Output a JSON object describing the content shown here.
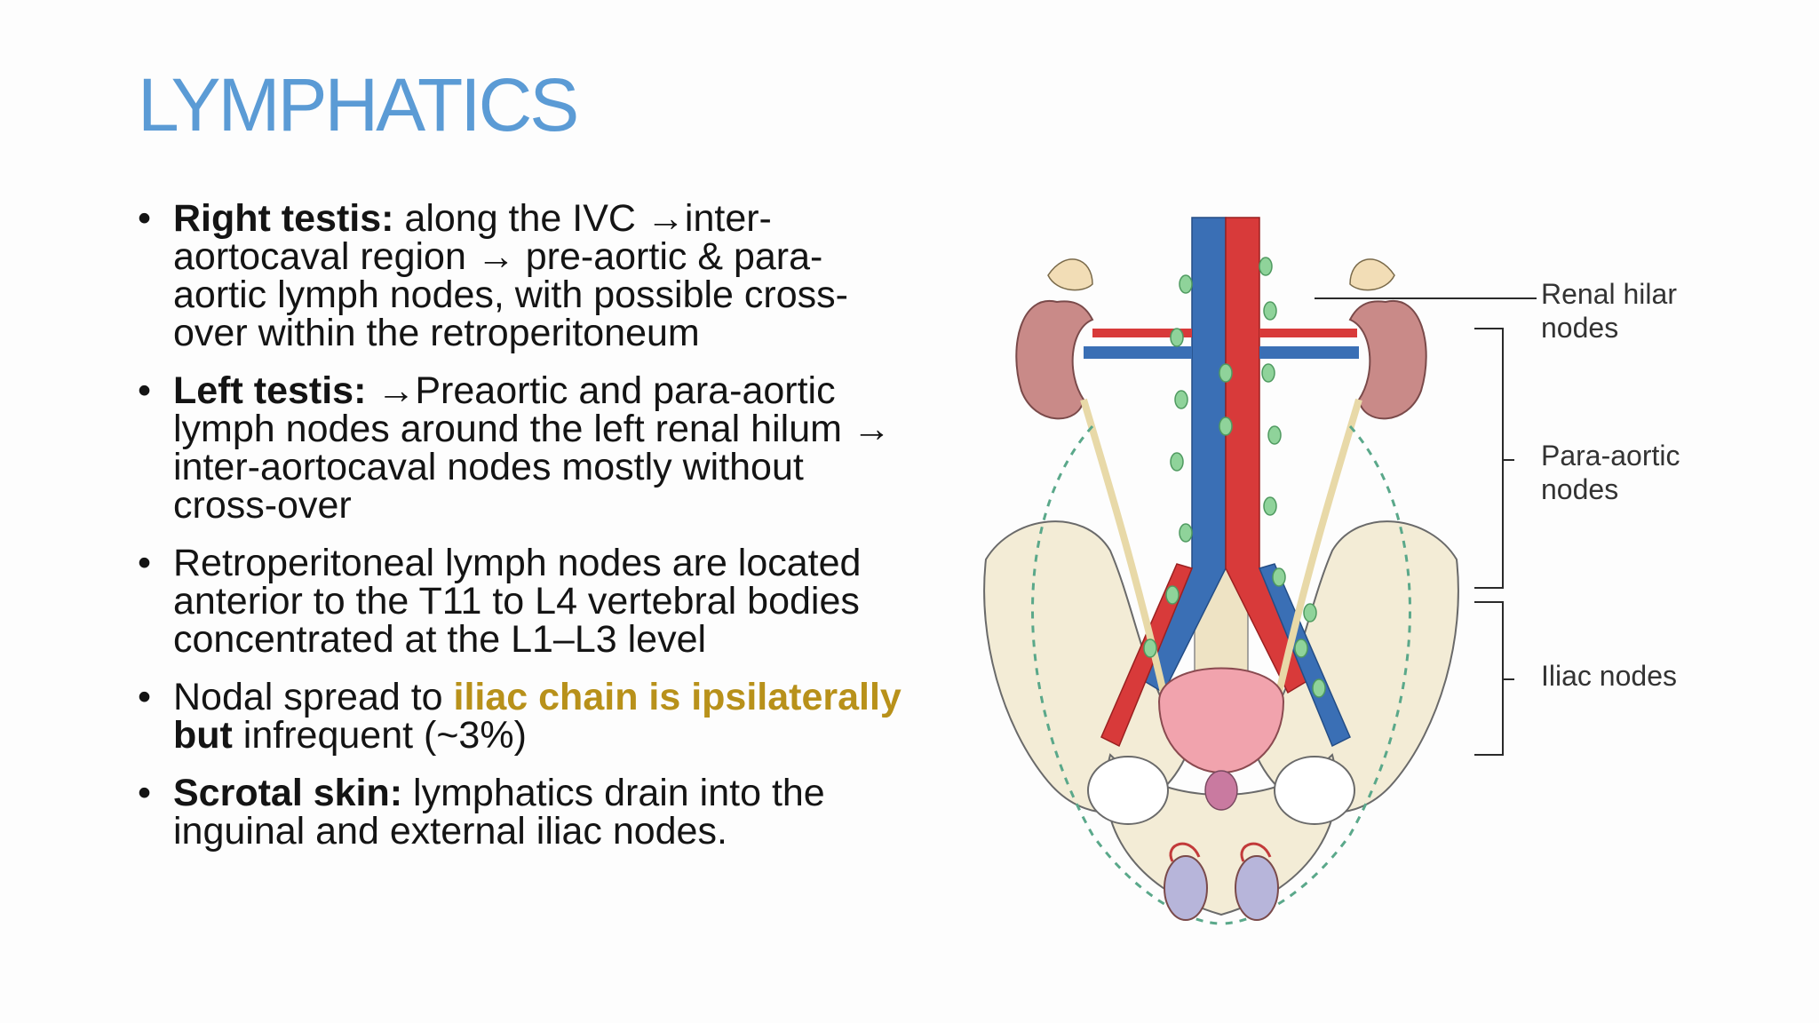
{
  "title": "LYMPHATICS",
  "bullets": [
    {
      "bold": "Right testis:",
      "text": "  along the IVC →inter-aortocaval region → pre-aortic & para-aortic lymph nodes, with possible cross-over within the retroperitoneum"
    },
    {
      "bold": "Left testis:",
      "text": "  →Preaortic and para-aortic lymph nodes around the left renal hilum → inter-aortocaval nodes mostly without cross-over"
    },
    {
      "text": "Retroperitoneal lymph nodes are located anterior to the T11 to L4 vertebral bodies concentrated at the L1–L3 level"
    },
    {
      "pre": "Nodal spread to ",
      "highlight": "iliac chain is ipsilaterally",
      "bold_after": " but",
      "post": " infrequent (~3%)"
    },
    {
      "bold": "Scrotal skin:",
      "text": "  lymphatics drain into the inguinal and external iliac nodes."
    }
  ],
  "figure": {
    "labels": {
      "renal_hilar": [
        "Renal hilar",
        "nodes"
      ],
      "para_aortic": [
        "Para-aortic",
        "nodes"
      ],
      "iliac": "Iliac nodes"
    }
  },
  "colors": {
    "title": "#5b9bd5",
    "highlight": "#b8911a",
    "ivc": "#3a6fb5",
    "aorta": "#d83a3a",
    "nodes": "#8fd39a"
  }
}
